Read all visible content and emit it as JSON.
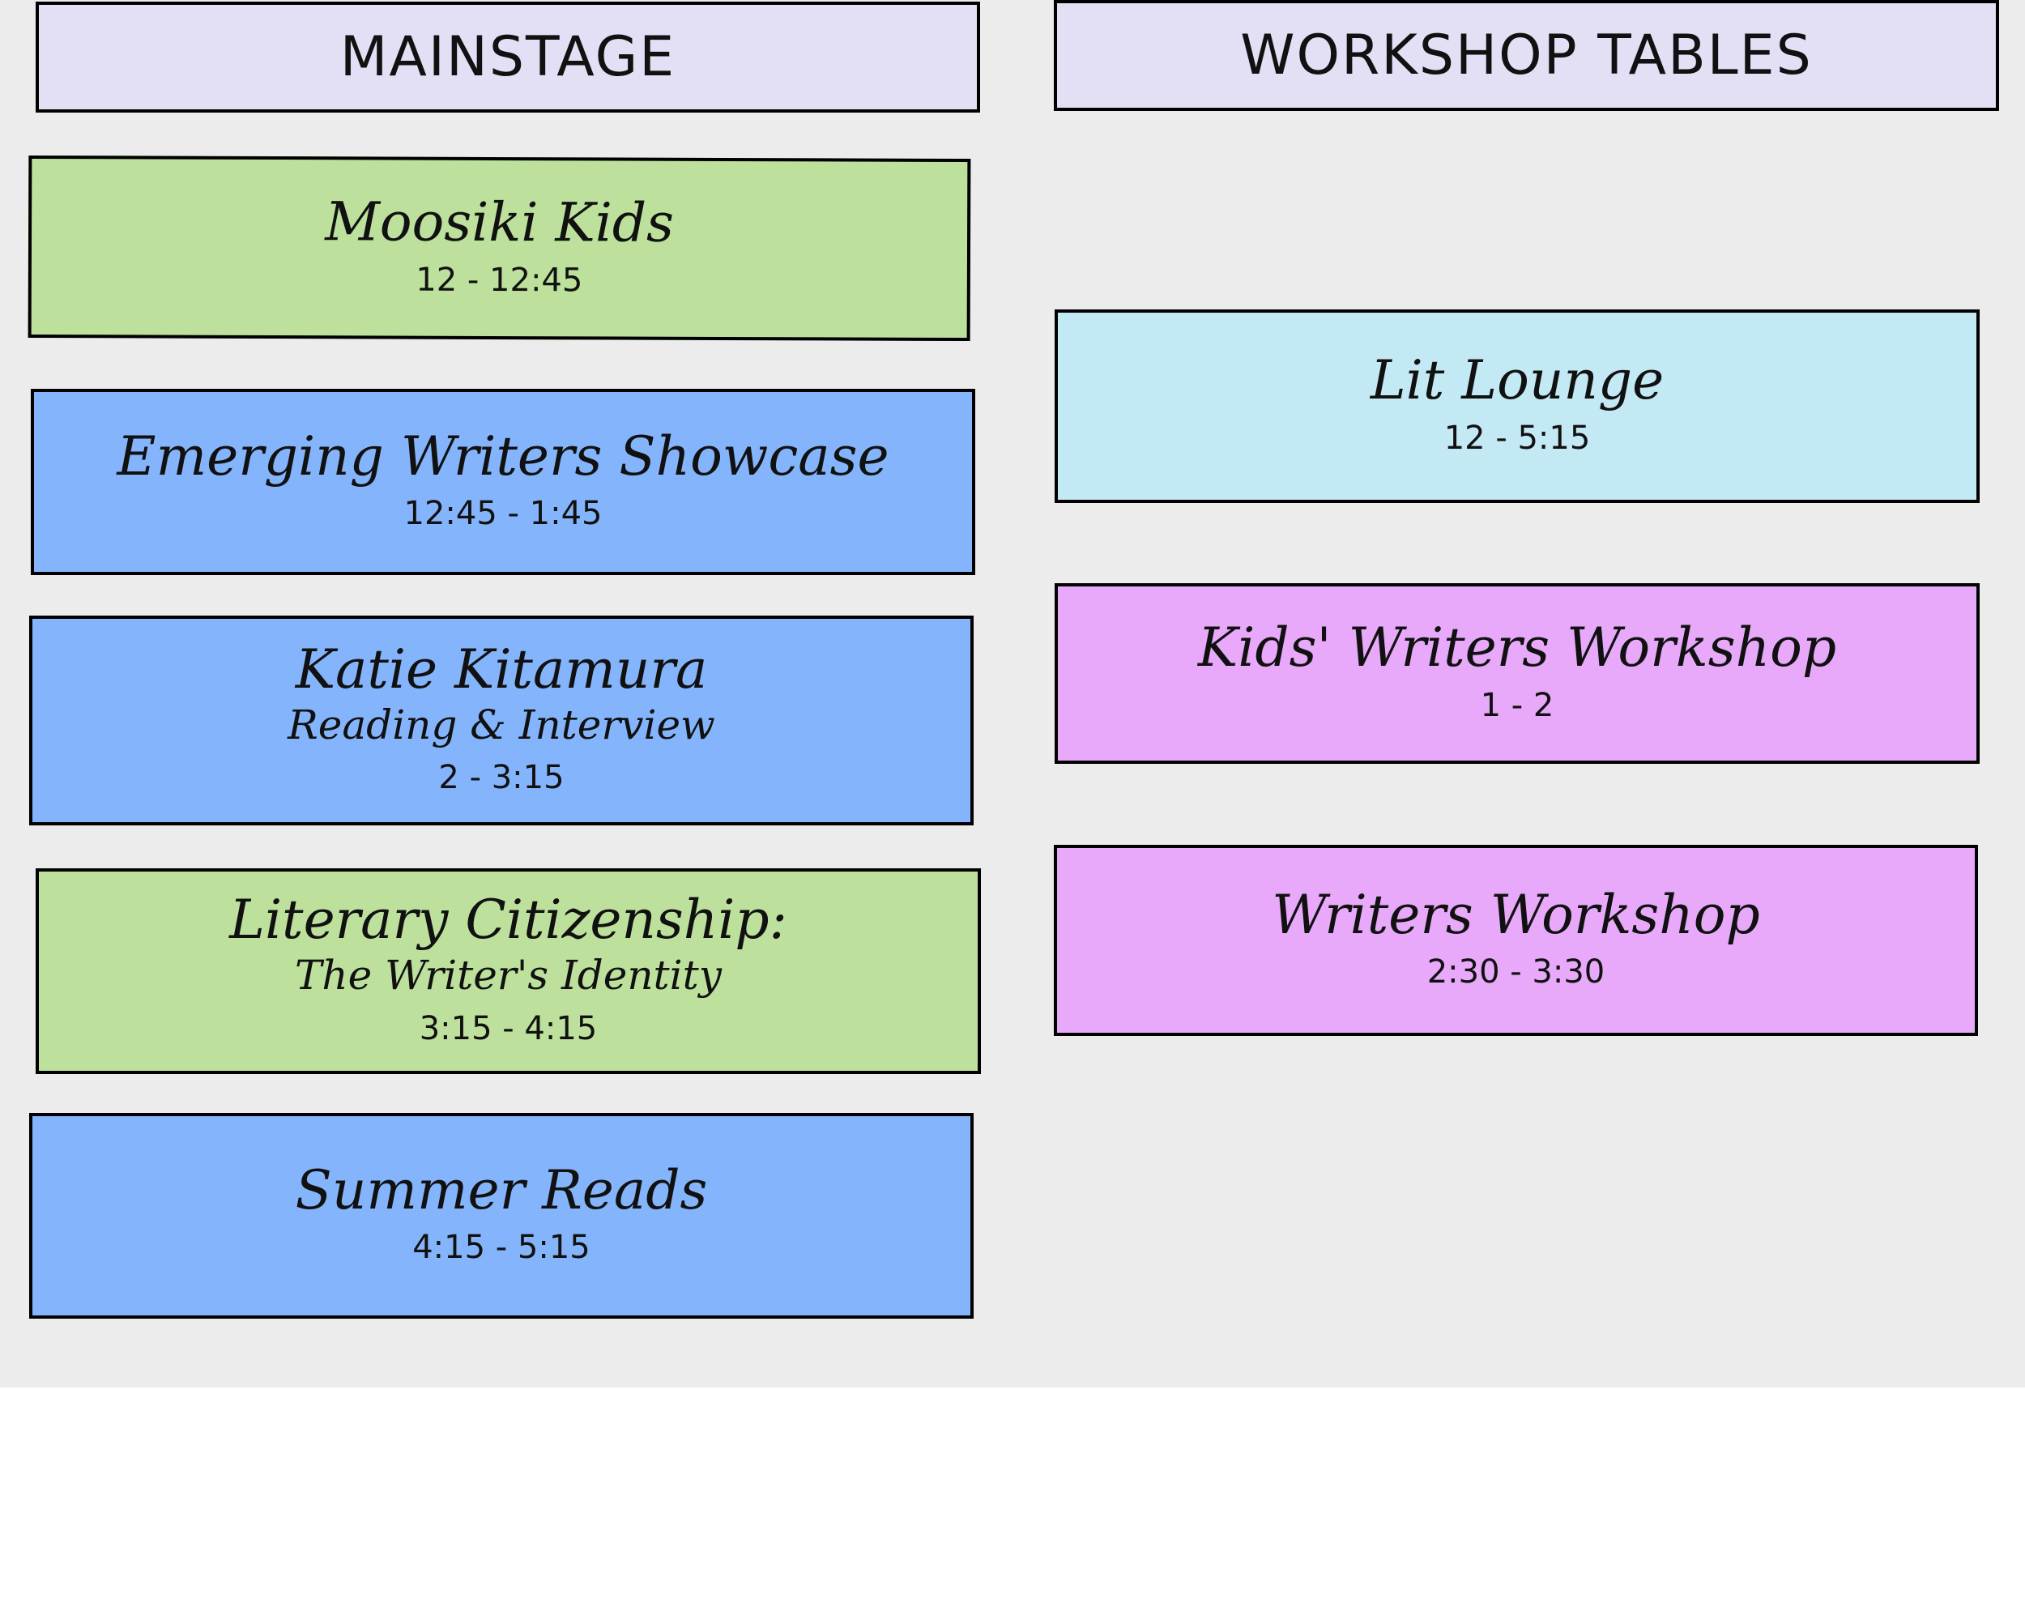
{
  "colors": {
    "background": "#ececec",
    "header": "#e3dff5",
    "green": "#bde19c",
    "blue": "#84b5fc",
    "cyan": "#c3e9f5",
    "pink": "#e8a9fb",
    "border": "#000000"
  },
  "mainstage": {
    "header": "MAINSTAGE",
    "events": [
      {
        "title": "Moosiki Kids",
        "time": "12 - 12:45",
        "color": "green"
      },
      {
        "title": "Emerging Writers Showcase",
        "time": "12:45 - 1:45",
        "color": "blue"
      },
      {
        "title": "Katie Kitamura",
        "subtitle": "Reading & Interview",
        "time": "2 - 3:15",
        "color": "blue"
      },
      {
        "title": "Literary Citizenship:",
        "subtitle": "The Writer's Identity",
        "time": "3:15 - 4:15",
        "color": "green"
      },
      {
        "title": "Summer Reads",
        "time": "4:15 - 5:15",
        "color": "blue"
      }
    ]
  },
  "workshop": {
    "header": "WORKSHOP TABLES",
    "events": [
      {
        "title": "Lit Lounge",
        "time": "12 - 5:15",
        "color": "cyan"
      },
      {
        "title": "Kids' Writers Workshop",
        "time": "1 - 2",
        "color": "pink"
      },
      {
        "title": "Writers Workshop",
        "time": "2:30 - 3:30",
        "color": "pink"
      }
    ]
  }
}
